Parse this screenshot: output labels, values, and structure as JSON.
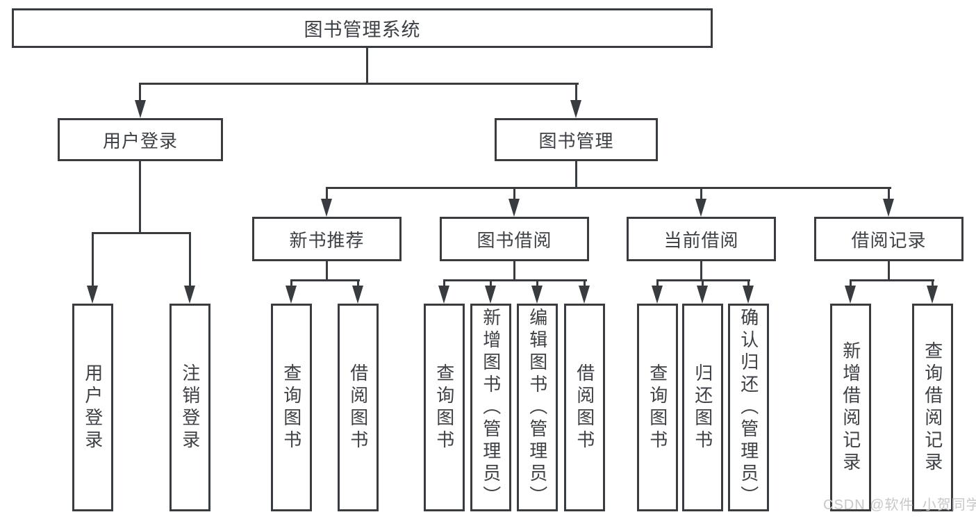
{
  "diagram": {
    "type": "hierarchy-tree",
    "root": {
      "label": "图书管理系统"
    },
    "children": [
      {
        "label": "用户登录",
        "children": [
          {
            "label": "用户登录"
          },
          {
            "label": "注销登录"
          }
        ]
      },
      {
        "label": "图书管理",
        "children": [
          {
            "label": "新书推荐",
            "children": [
              {
                "label": "查询图书"
              },
              {
                "label": "借阅图书"
              }
            ]
          },
          {
            "label": "图书借阅",
            "children": [
              {
                "label": "查询图书"
              },
              {
                "label": "新增图书（管理员）"
              },
              {
                "label": "编辑图书（管理员）"
              },
              {
                "label": "借阅图书"
              }
            ]
          },
          {
            "label": "当前借阅",
            "children": [
              {
                "label": "查询图书"
              },
              {
                "label": "归还图书"
              },
              {
                "label": "确认归还（管理员）"
              }
            ]
          },
          {
            "label": "借阅记录",
            "children": [
              {
                "label": "新增借阅记录"
              },
              {
                "label": "查询借阅记录"
              }
            ]
          }
        ]
      }
    ]
  },
  "watermark": {
    "text": "CSDN @软件_小贺同学",
    "color": "#c8c8c8"
  },
  "colors": {
    "line": "#383b40",
    "text": "#3d4045",
    "background": "#ffffff"
  }
}
